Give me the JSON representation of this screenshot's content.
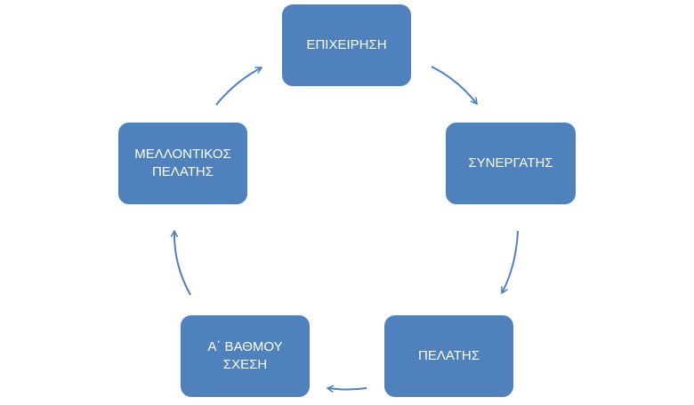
{
  "diagram": {
    "nodes": [
      {
        "id": "epixeirisi",
        "lines": [
          "ΕΠΙΧΕΙΡΗΣΗ"
        ]
      },
      {
        "id": "synergatis",
        "lines": [
          "ΣΥΝΕΡΓΑΤΗΣ"
        ]
      },
      {
        "id": "pelatis",
        "lines": [
          "ΠΕΛΑΤΗΣ"
        ]
      },
      {
        "id": "avathmou",
        "lines": [
          "Α΄ ΒΑΘΜΟΥ",
          "ΣΧΕΣΗ"
        ]
      },
      {
        "id": "mellontikos",
        "lines": [
          "ΜΕΛΛΟΝΤΙΚΟΣ",
          "ΠΕΛΑΤΗΣ"
        ]
      }
    ],
    "edges": [
      {
        "from": "epixeirisi",
        "to": "synergatis"
      },
      {
        "from": "synergatis",
        "to": "pelatis"
      },
      {
        "from": "pelatis",
        "to": "avathmou"
      },
      {
        "from": "avathmou",
        "to": "mellontikos"
      },
      {
        "from": "mellontikos",
        "to": "epixeirisi"
      }
    ],
    "colors": {
      "node_fill": "#4f81bd",
      "node_text": "#ffffff",
      "arrow": "#4f81bd"
    }
  }
}
